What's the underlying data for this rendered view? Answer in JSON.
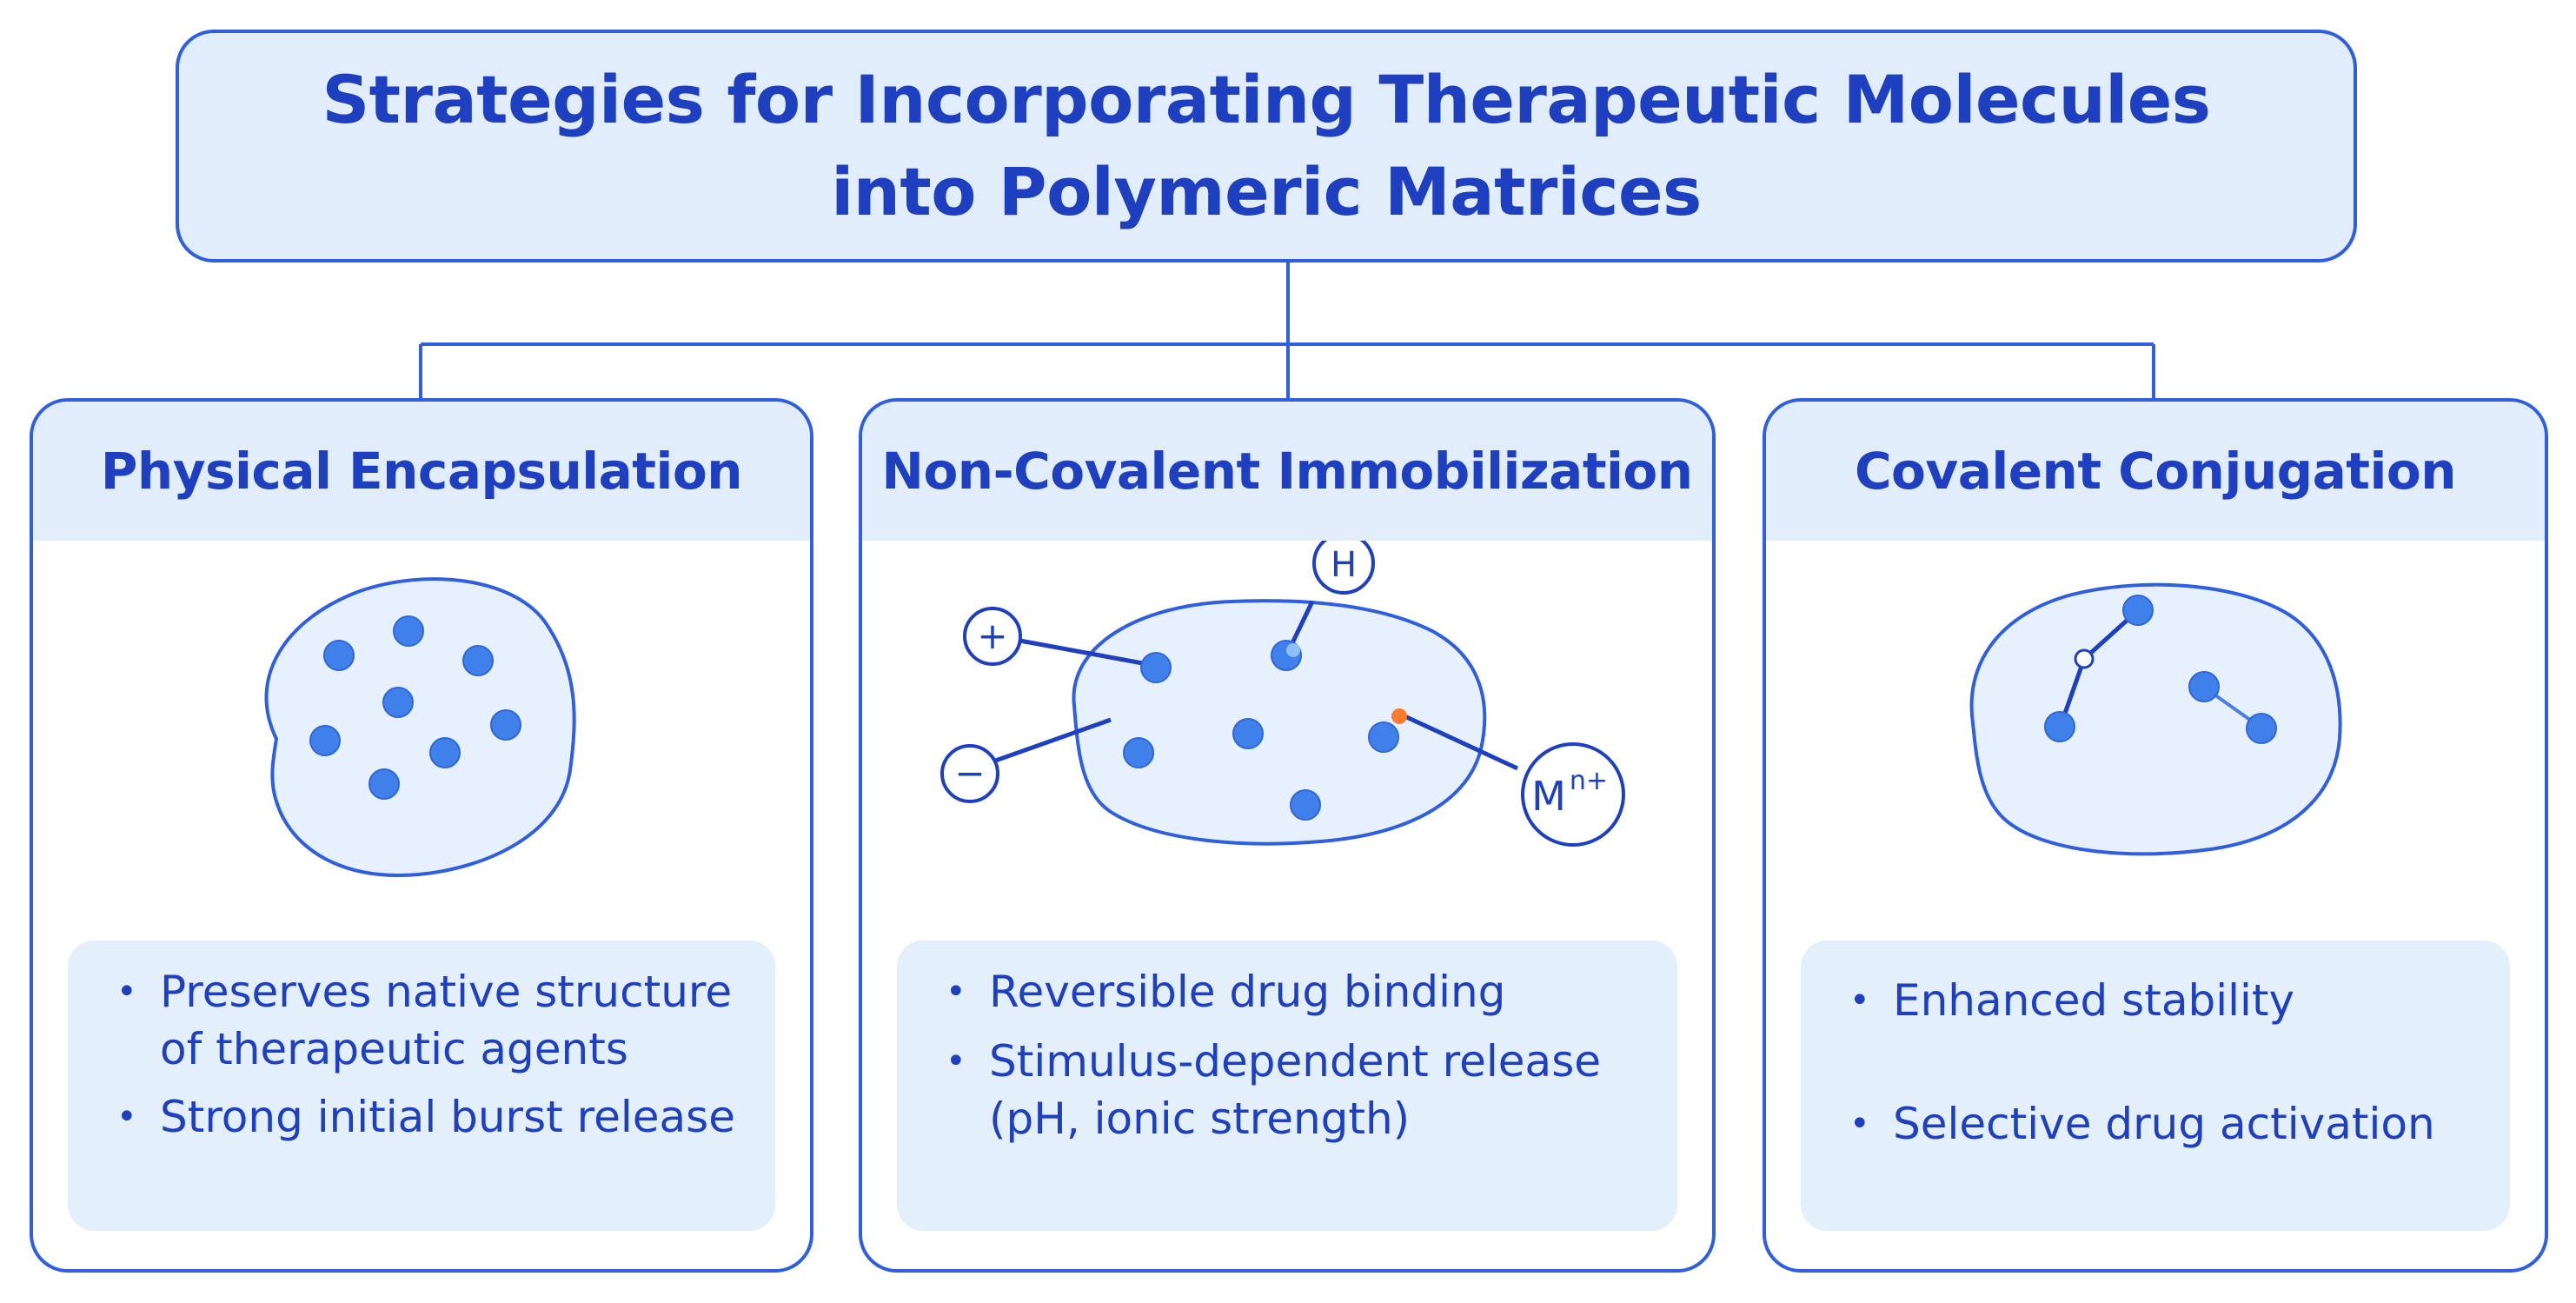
{
  "title": {
    "line1": "Strategies for Incorporating Therapeutic Molecules",
    "line2": "into Polymeric Matrices"
  },
  "colors": {
    "stroke": "#2f5fe0",
    "text": "#1d3fc0",
    "header_fill": "#e1edfb",
    "matrix_fill": "#e6f1fd",
    "molecule": "#3f80ea",
    "metal_dot": "#ff7a2e"
  },
  "panels": [
    {
      "title": "Physical Encapsulation",
      "bullets": [
        "Preserves native structure of therapeutic agents",
        "Strong initial burst release"
      ]
    },
    {
      "title": "Non-Covalent Immobilization",
      "bullets": [
        "Reversible drug binding",
        "Stimulus-dependent release (pH, ionic strength)"
      ],
      "labels": {
        "plus": "+",
        "minus": "−",
        "hydrogen": "H",
        "metal": "M",
        "metal_charge": "n+"
      }
    },
    {
      "title": "Covalent Conjugation",
      "bullets": [
        "Enhanced stability",
        "Selective drug activation"
      ]
    }
  ]
}
